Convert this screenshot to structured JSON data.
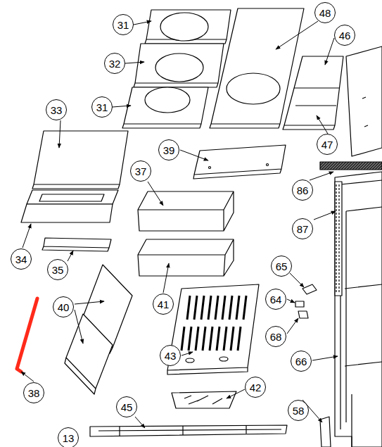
{
  "diagram": {
    "labels": [
      "31",
      "48",
      "46",
      "32",
      "31",
      "47",
      "33",
      "39",
      "86",
      "37",
      "87",
      "65",
      "34",
      "35",
      "64",
      "40",
      "41",
      "68",
      "66",
      "43",
      "38",
      "42",
      "58",
      "45",
      "13"
    ]
  }
}
